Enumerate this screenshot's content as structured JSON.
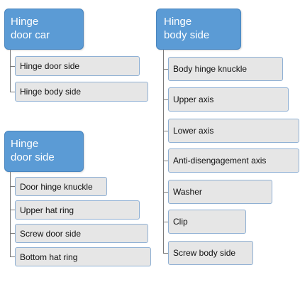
{
  "groups": [
    {
      "header_line1": "Hinge",
      "header_line2": "door car",
      "items": [
        "Hinge door side",
        "Hinge body side"
      ]
    },
    {
      "header_line1": "Hinge",
      "header_line2": "door side",
      "items": [
        "Door hinge knuckle",
        "Upper hat ring",
        "Screw door side",
        "Bottom hat ring"
      ]
    },
    {
      "header_line1": "Hinge",
      "header_line2": "body side",
      "items": [
        "Body hinge knuckle",
        "Upper axis",
        "Lower axis",
        "Anti-disengagement axis",
        "Washer",
        "Clip",
        "Screw body side"
      ]
    }
  ],
  "colors": {
    "header_fill": "#5b9bd5",
    "item_fill": "#e6e6e6",
    "item_border": "#8fb0d4",
    "connector": "#7a7a7a"
  }
}
